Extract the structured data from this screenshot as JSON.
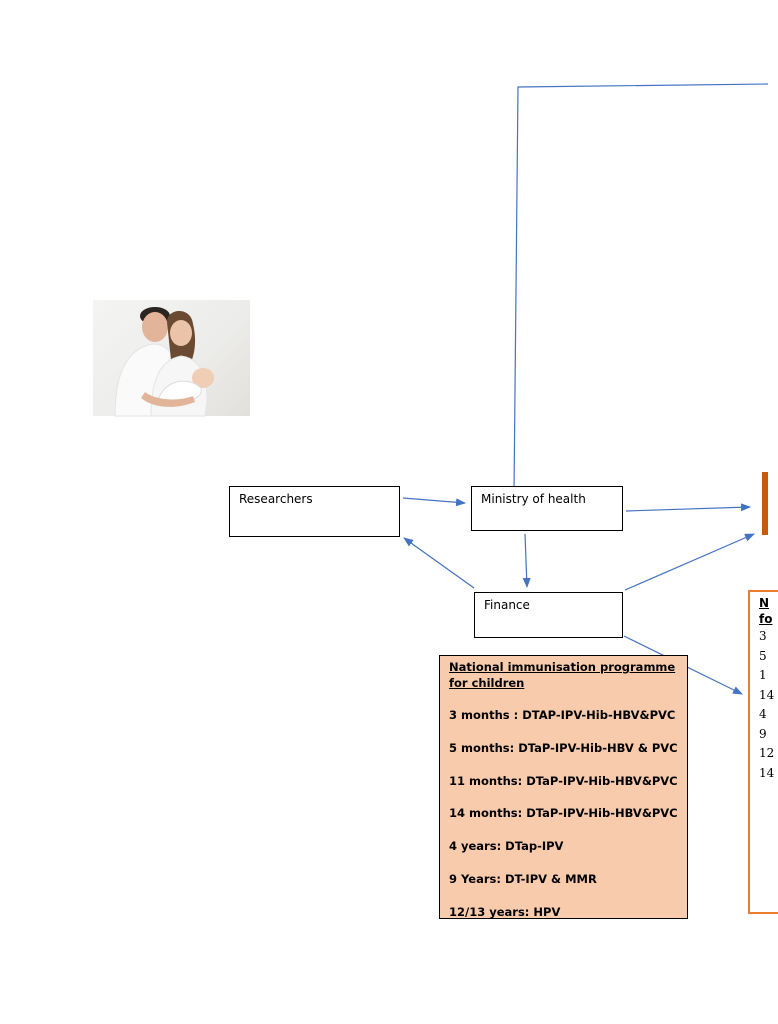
{
  "photo": {
    "subject": "parents-holding-newborn"
  },
  "nodes": {
    "researchers": "Researchers",
    "ministry": "Ministry of health",
    "finance": "Finance"
  },
  "schedule": {
    "title": "National immunisation programme for children ",
    "lines": [
      "3 months : DTAP-IPV-Hib-HBV&PVC",
      "5 months: DTaP-IPV-Hib-HBV & PVC",
      "11 months: DTaP-IPV-Hib-HBV&PVC",
      "14 months: DTaP-IPV-Hib-HBV&PVC",
      "4 years: DTap-IPV",
      "9 Years: DT-IPV & MMR",
      "12/13 years: HPV"
    ]
  },
  "schedule_partial": {
    "title_lines": [
      "N",
      "fo"
    ],
    "lines": [
      "3",
      "5",
      "1",
      "14",
      "4",
      "9",
      "12",
      "14"
    ]
  },
  "colors": {
    "arrow": "#4472c4",
    "schedule_fill": "#f8cbad",
    "accent_orange": "#ed7d31"
  }
}
